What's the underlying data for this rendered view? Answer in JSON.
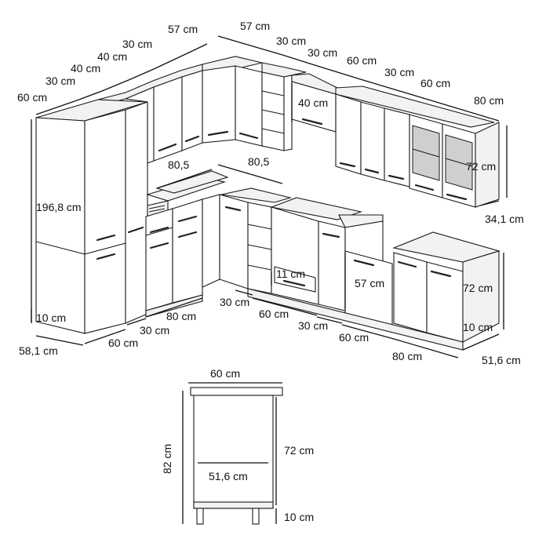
{
  "labels": {
    "top_60": "60 cm",
    "top_30a": "30 cm",
    "top_40a": "40 cm",
    "top_40b": "40 cm",
    "top_30b": "30 cm",
    "top_57a": "57 cm",
    "top_57b": "57 cm",
    "top_30c": "30 cm",
    "top_30d": "30 cm",
    "top_60b": "60 cm",
    "top_30e": "30 cm",
    "top_60c": "60 cm",
    "top_80": "80 cm",
    "wall_40": "40 cm",
    "wall_72": "72 cm",
    "wall_depth": "34,1 cm",
    "corner_80_5a": "80,5",
    "corner_80_5b": "80,5",
    "tall_height": "196,8 cm",
    "tall_plinth": "10 cm",
    "tall_depth": "58,1 cm",
    "base_60a": "60 cm",
    "base_30a": "30 cm",
    "base_80a": "80 cm",
    "base_30b": "30 cm",
    "base_60b": "60 cm",
    "base_30c": "30 cm",
    "base_60c": "60 cm",
    "base_80b": "80 cm",
    "base_depth": "51,6 cm",
    "drawer_11": "11 cm",
    "door_57": "57 cm",
    "base_72": "72 cm",
    "base_plinth": "10 cm",
    "side_width": "60 cm",
    "side_total": "82 cm",
    "side_body": "72 cm",
    "side_depth": "51,6 cm",
    "side_plinth": "10 cm"
  }
}
